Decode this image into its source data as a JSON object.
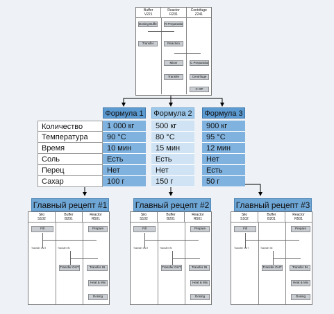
{
  "top_panel": {
    "headers": [
      {
        "name": "Buffer",
        "id": "V221"
      },
      {
        "name": "Reactor",
        "id": "R231"
      },
      {
        "name": "Centrifuge",
        "id": "Z241"
      }
    ],
    "steps": [
      "Dosing Buffer",
      "R Preparation",
      "Transfer",
      "Reaction",
      "Mixer",
      "C Preparation",
      "Transfer",
      "Centrifuge",
      "C OP"
    ]
  },
  "formulas": {
    "headers": [
      "Формула 1",
      "Формула 2",
      "Формула 3"
    ],
    "row_labels": [
      "Количество",
      "Температура",
      "Время",
      "Соль",
      "Перец",
      "Сахар"
    ],
    "columns": [
      [
        "1 000 кг",
        "90 °C",
        "10 мин",
        "Есть",
        "Нет",
        "100 г"
      ],
      [
        "500 кг",
        "80 °C",
        "15 мин",
        "Есть",
        "Нет",
        "150 г"
      ],
      [
        "900 кг",
        "95 °C",
        "12 мин",
        "Нет",
        "Есть",
        "50 г"
      ]
    ],
    "colors": [
      "#5c9ad2",
      "#9ec8ea",
      "#5c9ad2"
    ]
  },
  "recipes": {
    "titles": [
      "Главный рецепт #1",
      "Главный рецепт #2",
      "Главный рецепт #3"
    ],
    "headers": [
      {
        "name": "Silo",
        "id": "S102"
      },
      {
        "name": "Buffer",
        "id": "B201"
      },
      {
        "name": "Reactor",
        "id": "R501"
      }
    ],
    "steps": {
      "fill": "Fill",
      "prepare": "Prepare",
      "transfer_out": "Transfer OUT",
      "transfer_in": "Transfer IN",
      "transfer_out2": "Transfer OUT",
      "transfer_in2": "Transfer IN",
      "heat_mix": "Heat & Mix",
      "dosing": "Dosing"
    }
  }
}
